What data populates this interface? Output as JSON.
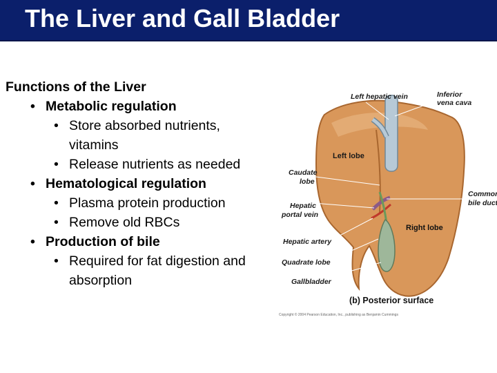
{
  "slide": {
    "title": "The Liver and Gall Bladder"
  },
  "content": {
    "heading": "Functions of the Liver",
    "items": [
      {
        "label": "Metabolic regulation",
        "subitems": [
          "Store absorbed nutrients,",
          "vitamins",
          "Release nutrients as needed"
        ]
      },
      {
        "label": "Hematological regulation",
        "subitems": [
          "Plasma protein production",
          "Remove old RBCs"
        ]
      },
      {
        "label": "Production of bile",
        "subitems": [
          "Required for fat digestion and",
          "absorption"
        ]
      }
    ]
  },
  "figure": {
    "labels": {
      "left_hepatic_vein": "Left hepatic vein",
      "inferior_vena_cava_1": "Inferior",
      "inferior_vena_cava_2": "vena cava",
      "left_lobe": "Left lobe",
      "caudate_lobe_1": "Caudate",
      "caudate_lobe_2": "lobe",
      "common_bile_duct_1": "Common",
      "common_bile_duct_2": "bile duct",
      "hepatic_portal_vein_1": "Hepatic",
      "hepatic_portal_vein_2": "portal vein",
      "right_lobe": "Right lobe",
      "hepatic_artery": "Hepatic artery",
      "quadrate_lobe": "Quadrate lobe",
      "gallbladder": "Gallbladder"
    },
    "caption": "(b) Posterior surface",
    "copyright": "Copyright © 2004 Pearson Education, Inc., publishing as Benjamin Cummings",
    "colors": {
      "liver": "#d9975a",
      "liver_dark": "#a8662f",
      "vein": "#b7c9d6",
      "gallbladder": "#9eb79a"
    }
  },
  "theme": {
    "title_bar": "#0b1f6b",
    "title_text": "#ffffff"
  }
}
